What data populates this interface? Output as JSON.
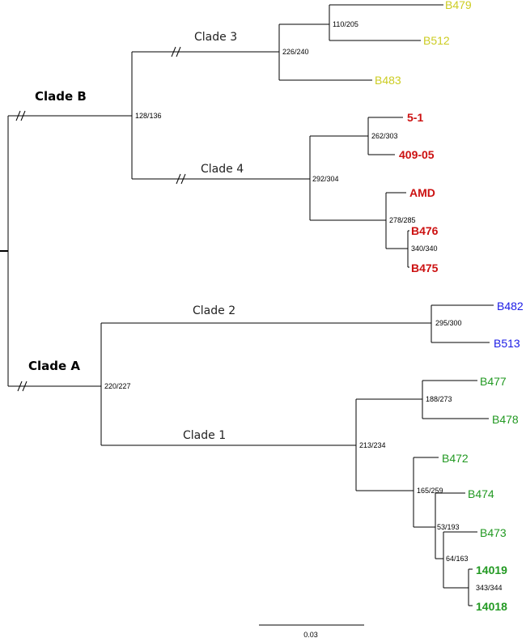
{
  "clades": {
    "b": "Clade B",
    "a": "Clade A",
    "c1": "Clade 1",
    "c2": "Clade 2",
    "c3": "Clade 3",
    "c4": "Clade 4"
  },
  "support": {
    "cladeB": "128/136",
    "cladeA": "220/227",
    "clade3": "226/240",
    "b479_b512": "110/205",
    "clade4": "292/304",
    "n51_409": "262/303",
    "amd_grp": "278/285",
    "b476_b475": "340/340",
    "clade2": "295/300",
    "clade1": "213/234",
    "b477_b478": "188/273",
    "b472_grp": "165/259",
    "b474_grp": "53/193",
    "b473_grp": "64/163",
    "n14019_14018": "343/344"
  },
  "tips": {
    "B479": "B479",
    "B512": "B512",
    "B483": "B483",
    "n5_1": "5-1",
    "n409_05": "409-05",
    "AMD": "AMD",
    "B476": "B476",
    "B475": "B475",
    "B482": "B482",
    "B513": "B513",
    "B477": "B477",
    "B478": "B478",
    "B472": "B472",
    "B474": "B474",
    "B473": "B473",
    "n14019": "14019",
    "n14018": "14018"
  },
  "colors": {
    "clade3": "#cccc22",
    "clade4": "#cc1111",
    "clade2": "#1a1ae6",
    "clade1": "#229922"
  },
  "scale_bar": {
    "label": "0.03"
  }
}
